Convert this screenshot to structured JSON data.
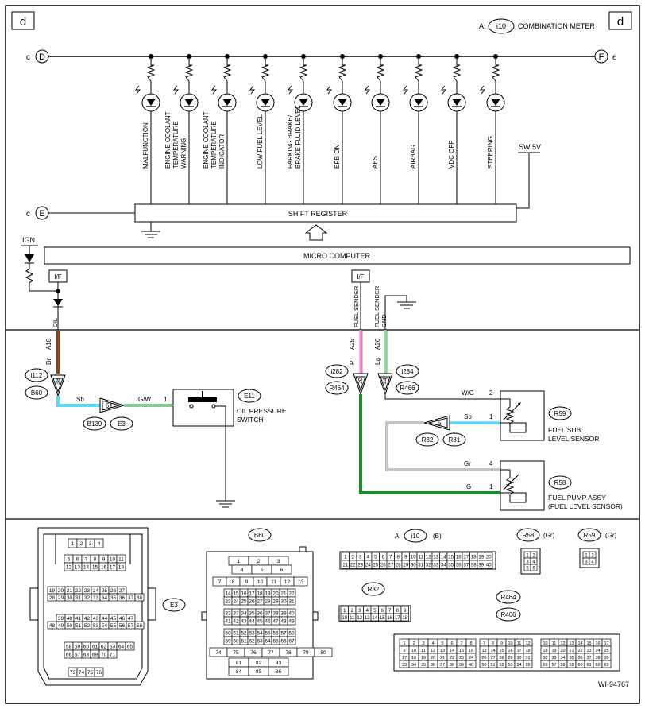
{
  "page_marker": "d",
  "meter_ref": {
    "prefix": "A:",
    "code": "i10",
    "title": "COMBINATION METER"
  },
  "bus": {
    "left_tag": "c",
    "left_letter": "D",
    "right_letter": "F",
    "right_tag": "e"
  },
  "lamps": [
    "MALFUNCTION",
    "ENGINE COOLANT|TEMPERATURE|WARNING",
    "ENGINE COOLANT|TEMPERATURE|INDICATOR",
    "LOW FUEL LEVEL",
    "PARKING BRAKE/|BRAKE FLUID LEVEL",
    "EPB ON",
    "ABS",
    "AIRBAG",
    "VDC OFF",
    "STEERING"
  ],
  "sw5v": "SW 5V",
  "e_bus": {
    "tag": "c",
    "letter": "E"
  },
  "shift_register": "SHIFT REGISTER",
  "micro_computer": "MICRO COMPUTER",
  "ign": "IGN",
  "if_label": "I/F",
  "oil": {
    "signal": "OIL",
    "pin": "A18",
    "color": "Br",
    "conn_top": "i112",
    "conn_bottom": "B60",
    "conn_pin": "38",
    "wire1": "Sb",
    "joint_pin": "61",
    "joint_a": "B139",
    "joint_b": "E3",
    "wire2": "G/W",
    "switch_pin": "1",
    "switch_code": "E11",
    "switch_name": [
      "OIL PRESSURE",
      "SWITCH"
    ]
  },
  "fuel_sender": {
    "signal": "FUEL SENDER",
    "pin": "A25",
    "color": "P",
    "conn_top": "i282",
    "conn_bottom": "R464",
    "conn_pin": "20"
  },
  "fuel_gnd": {
    "signal": "FUEL SENDER|GND",
    "pin": "A26",
    "color": "Lg",
    "conn_top": "i284",
    "conn_bottom": "R466",
    "conn_pin": "44"
  },
  "sub_sensor": {
    "code": "R59",
    "name": [
      "FUEL SUB",
      "LEVEL SENSOR"
    ],
    "wire_top": "W/G",
    "pin_top": "2",
    "wire_mid": "Sb",
    "pin_mid": "1",
    "joint_pin": "5",
    "joint_a": "R82",
    "joint_b": "R81"
  },
  "main_sensor": {
    "code": "R58",
    "name": [
      "FUEL PUMP ASSY",
      "(FUEL LEVEL SENSOR)"
    ],
    "wire_top": "Gr",
    "pin_top": "4",
    "wire_bot": "G",
    "pin_bot": "1"
  },
  "conn_views": {
    "e3": "E3",
    "b60": "B60",
    "i10": {
      "prefix": "A:",
      "code": "i10",
      "color": "(B)"
    },
    "r58": {
      "code": "R58",
      "color": "(Gr)"
    },
    "r59": {
      "code": "R59",
      "color": "(Gr)"
    },
    "r82": "R82",
    "r464": "R464",
    "r466": "R466"
  },
  "figure_id": "WI-94767",
  "colors": {
    "brown": "#8B4513",
    "sky_blue": "#5ED8F2",
    "green": "#1A8C2E",
    "pink": "#FF7FD1",
    "light_green": "#8CE09A",
    "gray": "#C4C4C4"
  }
}
